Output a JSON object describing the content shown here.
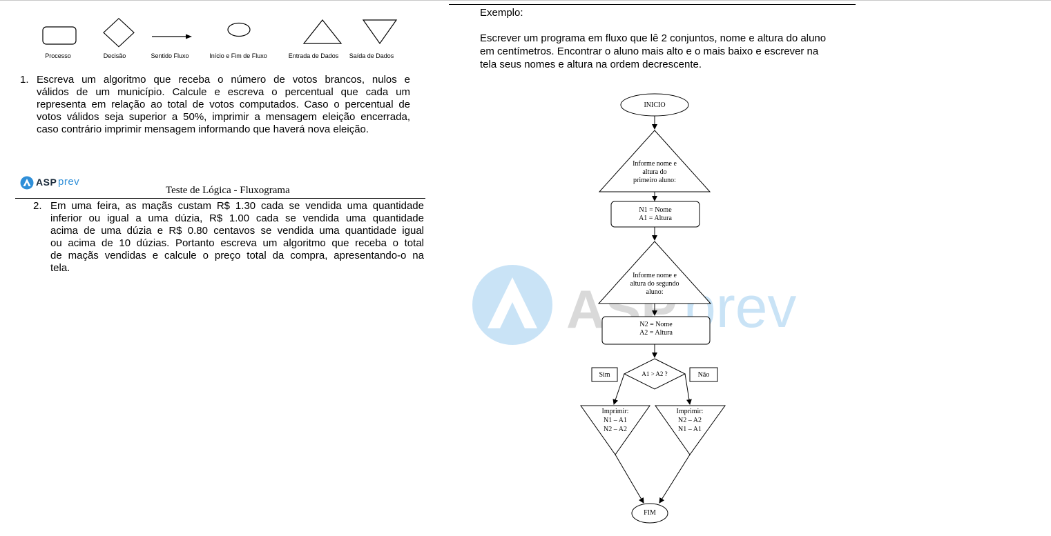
{
  "legend": {
    "items": [
      {
        "label": "Processo"
      },
      {
        "label": "Decisão"
      },
      {
        "label": "Sentido Fluxo"
      },
      {
        "label": "Início e Fim de Fluxo"
      },
      {
        "label": "Entrada de Dados"
      },
      {
        "label": "Saída de Dados"
      }
    ]
  },
  "exercise1": {
    "number": "1.",
    "lines": [
      "Escreva um algoritmo que receba o número de votos brancos, nulos e",
      "válidos de um município. Calcule e escreva o percentual que cada um",
      "representa em relação ao total de votos computados. Caso o percentual de",
      "votos válidos seja superior a 50%, imprimir a mensagem eleição encerrada,",
      "caso contrário imprimir mensagem informando que haverá nova eleição."
    ]
  },
  "header": {
    "logo_a": "ASP",
    "logo_b": "prev",
    "title": "Teste de Lógica - Fluxograma"
  },
  "exercise2": {
    "number": "2.",
    "lines": [
      "Em uma feira, as maçãs custam R$ 1.30 cada se vendida uma quantidade",
      "inferior ou igual a uma dúzia, R$ 1.00 cada se vendida uma quantidade",
      "acima de uma dúzia e R$ 0.80 centavos se vendida uma quantidade igual",
      "ou acima de 10 dúzias. Portanto escreva um algoritmo que receba o total",
      "de maçãs vendidas e calcule o preço total da compra, apresentando-o na",
      "tela."
    ]
  },
  "example": {
    "heading": "Exemplo:",
    "lines": [
      "Escrever um programa em fluxo que lê 2 conjuntos, nome e altura do aluno",
      "em centímetros. Encontrar o aluno mais alto e o mais baixo e escrever na",
      "tela seus nomes e altura na ordem decrescente."
    ]
  },
  "flowchart": {
    "start": "INICIO",
    "input1": [
      "Informe nome e",
      "altura do",
      "primeiro aluno:"
    ],
    "process1": [
      "N1 = Nome",
      "A1 = Altura"
    ],
    "input2": [
      "Informe nome e",
      "altura do segundo",
      "aluno:"
    ],
    "process2": [
      "N2 = Nome",
      "A2 = Altura"
    ],
    "decision": "A1 > A2 ?",
    "yes": "Sim",
    "no": "Não",
    "output_yes": [
      "Imprimir:",
      "N1 – A1",
      "N2 – A2"
    ],
    "output_no": [
      "Imprimir:",
      "N2 – A2",
      "N1 – A1"
    ],
    "end": "FIM"
  },
  "watermark": {
    "text_a": "ASP",
    "text_b": "prev"
  },
  "colors": {
    "logo_blue": "#2f8fd8",
    "watermark_blue": "#5aa9e6"
  }
}
